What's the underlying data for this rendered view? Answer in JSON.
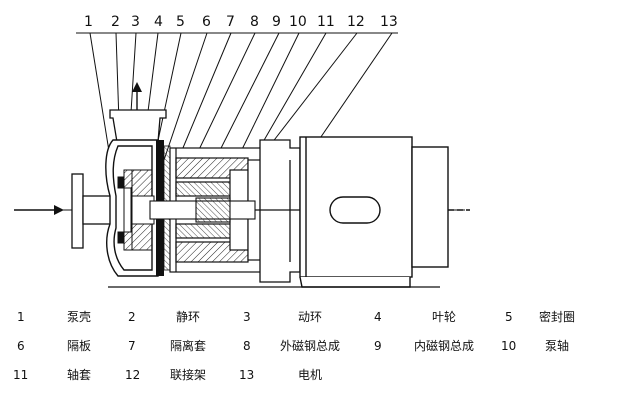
{
  "callouts": [
    "1",
    "2",
    "3",
    "4",
    "5",
    "6",
    "7",
    "8",
    "9",
    "10",
    "11",
    "12",
    "13"
  ],
  "parts": [
    {
      "num": "1",
      "name": "泵壳"
    },
    {
      "num": "2",
      "name": "静环"
    },
    {
      "num": "3",
      "name": "动环"
    },
    {
      "num": "4",
      "name": "叶轮"
    },
    {
      "num": "5",
      "name": "密封圈"
    },
    {
      "num": "6",
      "name": "隔板"
    },
    {
      "num": "7",
      "name": "隔离套"
    },
    {
      "num": "8",
      "name": "外磁钢总成"
    },
    {
      "num": "9",
      "name": "内磁钢总成"
    },
    {
      "num": "10",
      "name": "泵轴"
    },
    {
      "num": "11",
      "name": "轴套"
    },
    {
      "num": "12",
      "name": "联接架"
    },
    {
      "num": "13",
      "name": "电机"
    }
  ]
}
